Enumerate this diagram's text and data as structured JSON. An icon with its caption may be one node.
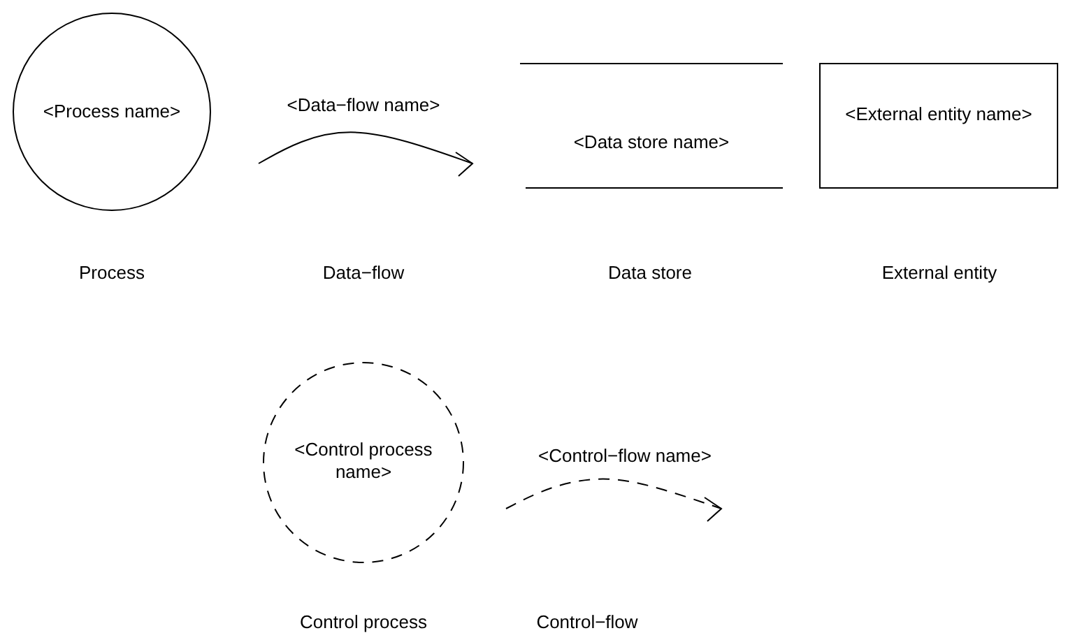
{
  "diagram": {
    "nodes": [
      {
        "text": [
          "<Process name>"
        ]
      },
      {
        "text": [
          "<Data store name>"
        ]
      },
      {
        "text": [
          "<External entity name>"
        ]
      },
      {
        "text": [
          "<Control process name>"
        ]
      }
    ],
    "labels": [
      "<Data−flow name>",
      "Process",
      "Data−flow",
      "Data store",
      "External entity",
      "<Control−flow name>",
      "Control process",
      "Control−flow"
    ]
  }
}
